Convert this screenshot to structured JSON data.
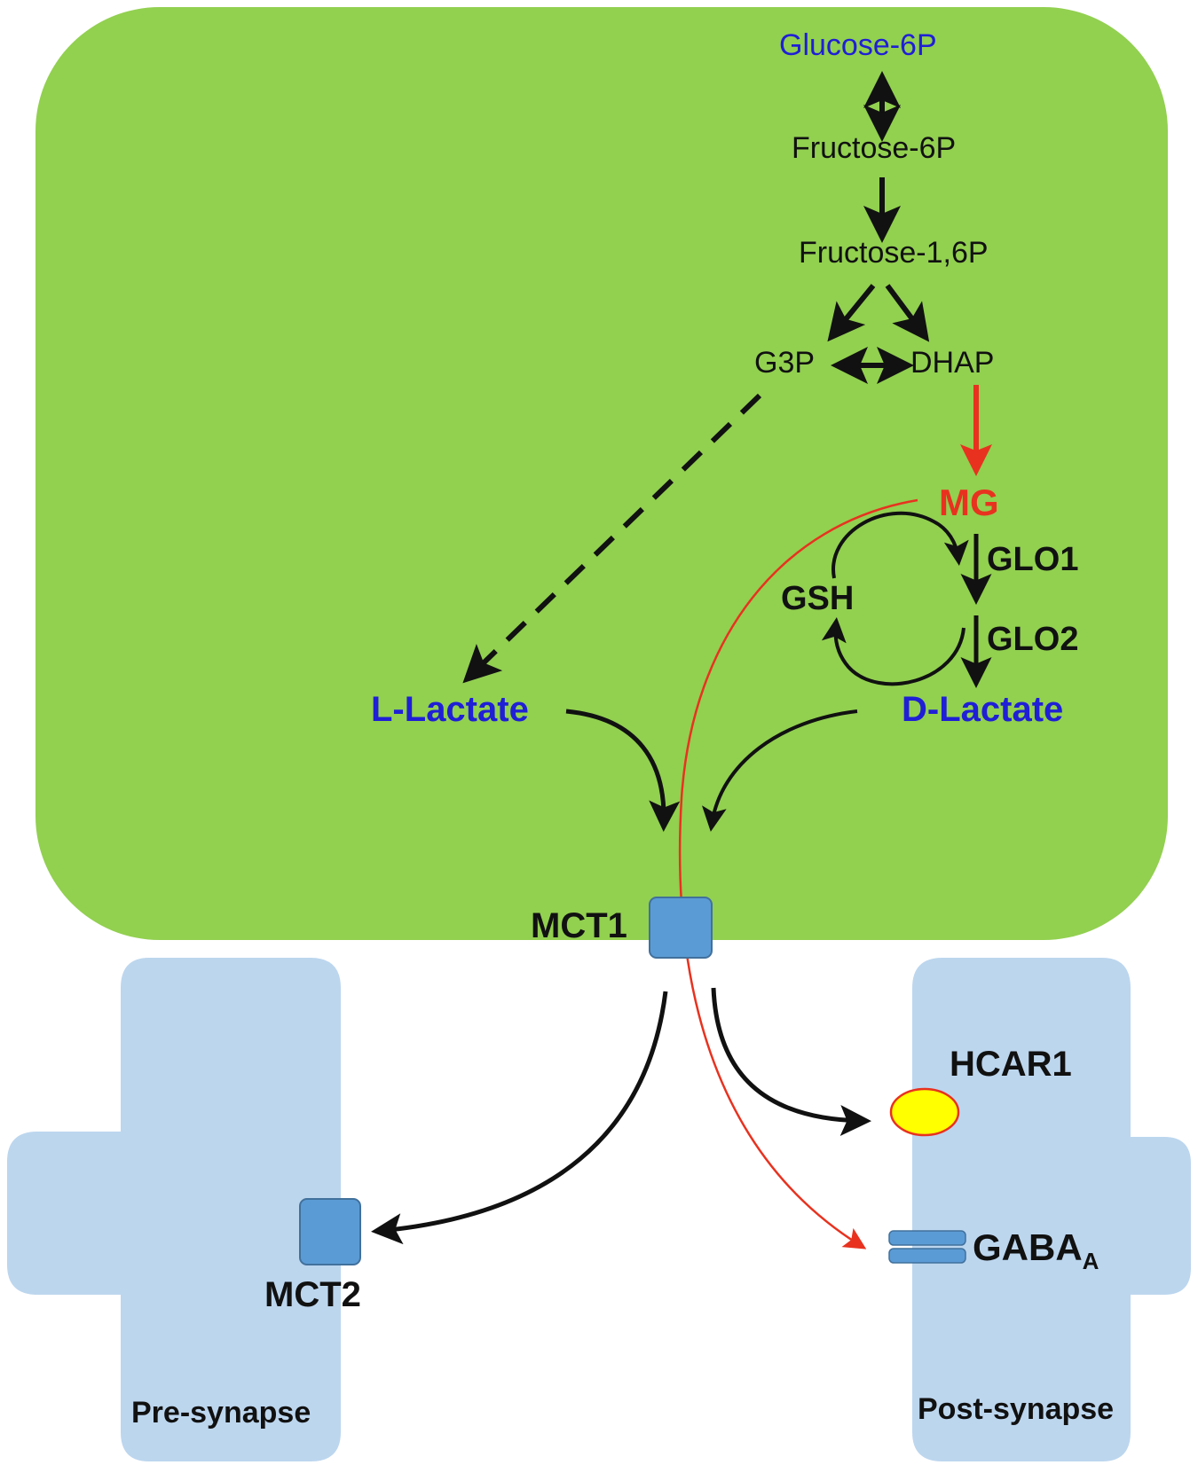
{
  "colors": {
    "astrocyte": "#92d050",
    "neuron": "#bcd6ee",
    "transporter": "#5b9bd5",
    "blue_text": "#1f1fd6",
    "red": "#e8321f",
    "receptor_yellow": "#ffff00",
    "arrow": "#111111"
  },
  "metabolites": {
    "glucose6p": "Glucose-6P",
    "fructose6p": "Fructose-6P",
    "fructose16p": "Fructose-1,6P",
    "g3p": "G3P",
    "dhap": "DHAP",
    "mg": "MG",
    "gsh": "GSH",
    "l_lactate": "L-Lactate",
    "d_lactate": "D-Lactate"
  },
  "enzymes": {
    "glo1": "GLO1",
    "glo2": "GLO2"
  },
  "transporters": {
    "mct1": "MCT1",
    "mct2": "MCT2"
  },
  "receptors": {
    "hcar1": "HCAR1",
    "gaba_base": "GABA",
    "gaba_sub": "A"
  },
  "cells": {
    "pre": "Pre-synapse",
    "post": "Post-synapse"
  }
}
